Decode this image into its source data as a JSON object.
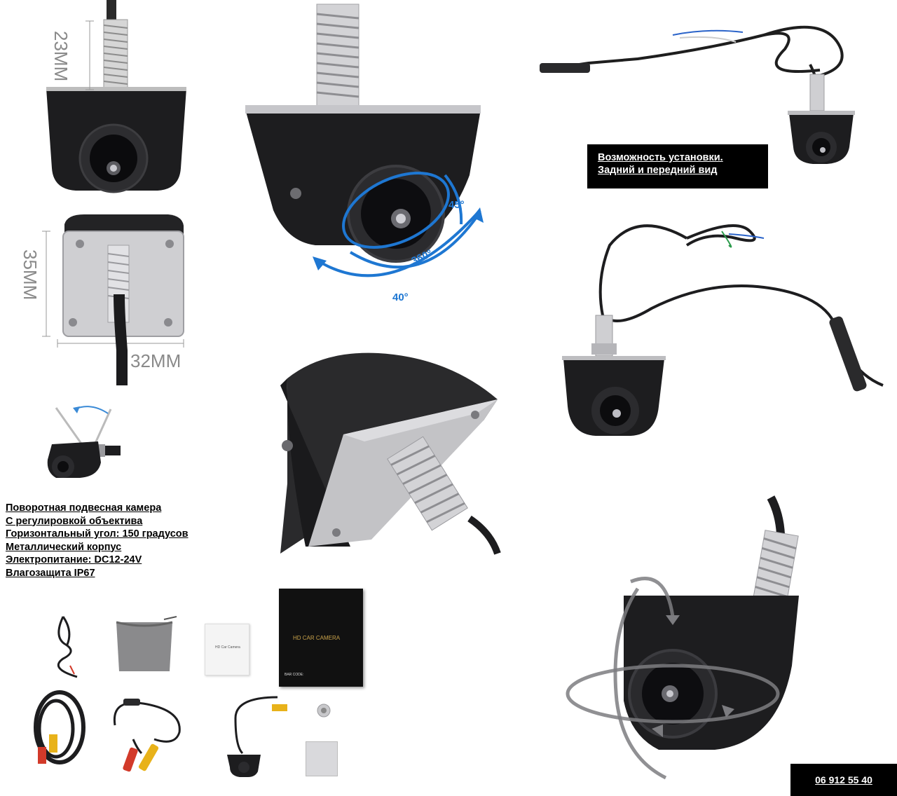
{
  "dimensions": {
    "height_thread": "23MM",
    "height_plate": "35MM",
    "width_plate": "32MM"
  },
  "angles": {
    "tilt": "45°",
    "rotate": "360°",
    "pan": "40°"
  },
  "install_note": {
    "line1": "Возможность установки.",
    "line2": "Задний и передний вид"
  },
  "specs": [
    "Поворотная подвесная камера",
    "С регулировкой объектива",
    "Горизонтальный угол: 150 градусов",
    "Металлический корпус",
    "Электропитание: DC12-24V",
    "Влагозащита IP67"
  ],
  "package": {
    "manual_title": "HD Car Camera",
    "box_title": "HD CAR CAMERA",
    "box_code": "BAR CODE:"
  },
  "phone": "06 912 55 40",
  "colors": {
    "accent_blue": "#1e77d2",
    "camera_black": "#1d1d1f",
    "metal": "#c8c8c8",
    "connector_yellow": "#e8b21a",
    "connector_red": "#d23a2a"
  }
}
